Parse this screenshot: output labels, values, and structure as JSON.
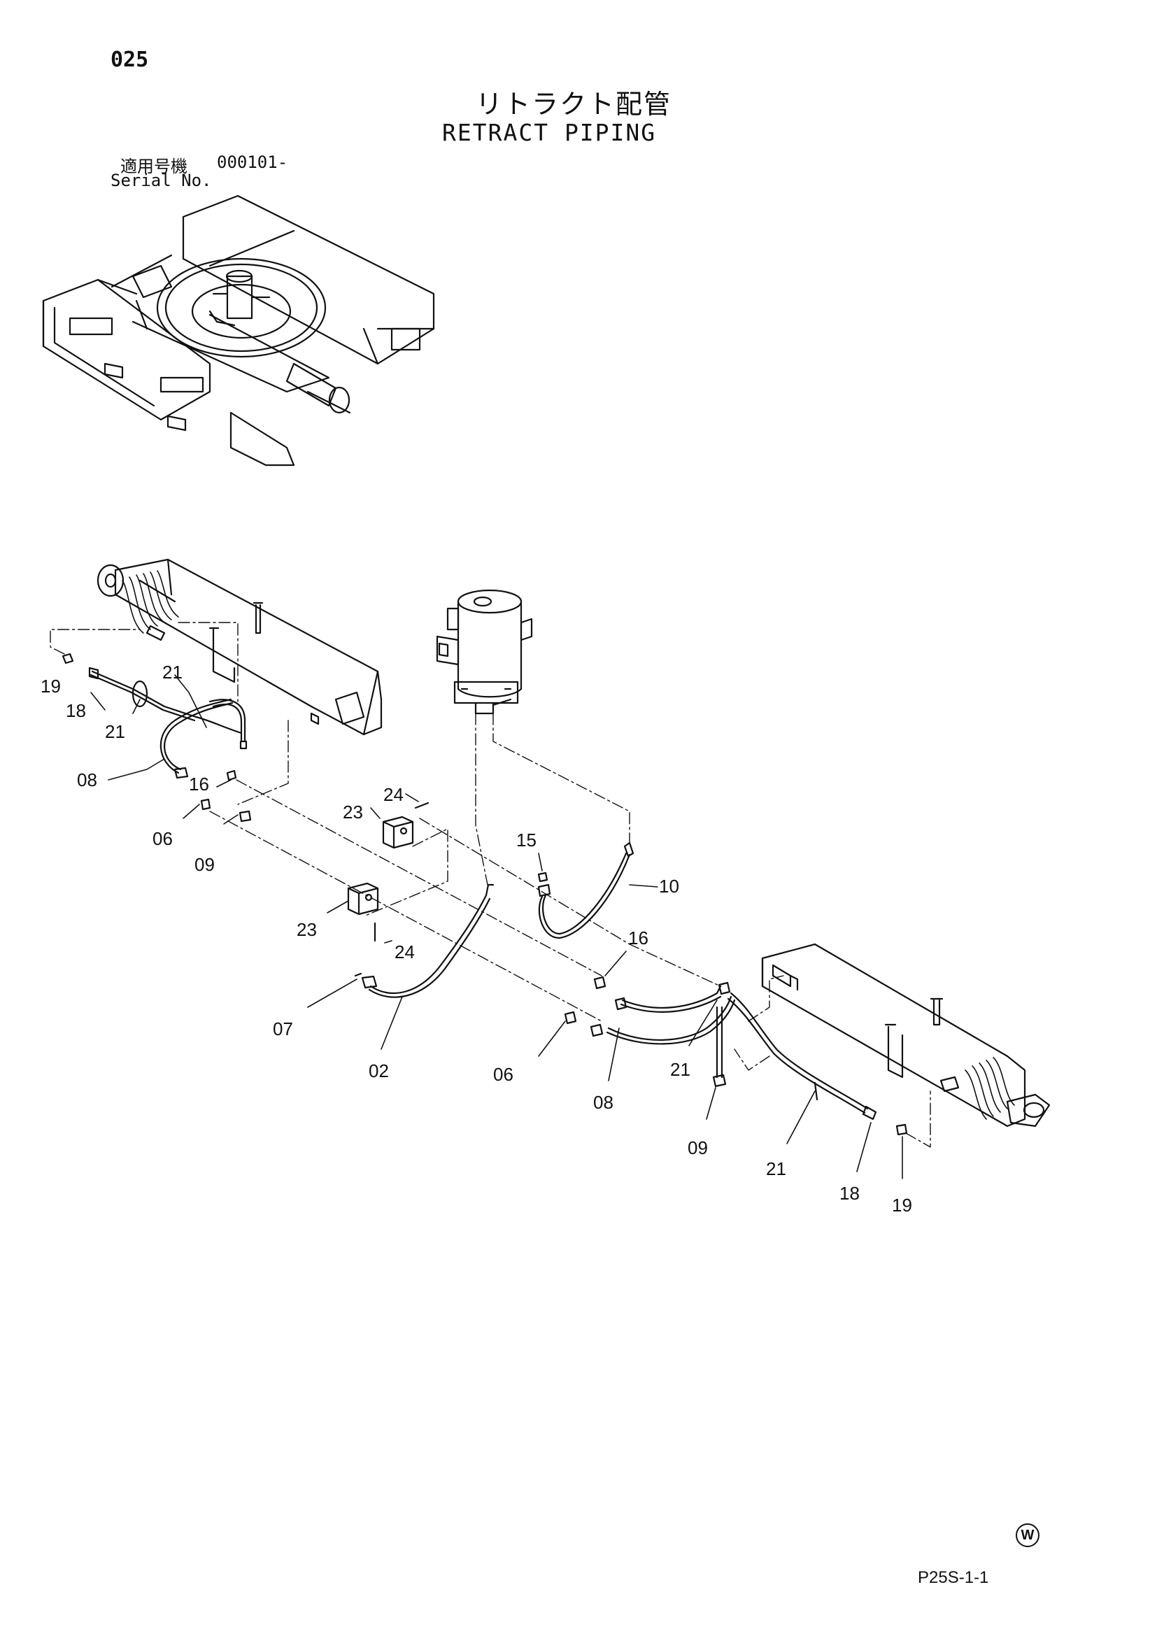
{
  "header": {
    "page_number": "025",
    "title_ja": "リトラクト配管",
    "title_en": "RETRACT PIPING",
    "serial_label_ja": "適用号機",
    "serial_value": "000101-",
    "serial_label_en": "Serial No."
  },
  "callouts": [
    {
      "id": "c19a",
      "text": "19"
    },
    {
      "id": "c18a",
      "text": "18"
    },
    {
      "id": "c21a",
      "text": "21"
    },
    {
      "id": "c21b",
      "text": "21"
    },
    {
      "id": "c08a",
      "text": "08"
    },
    {
      "id": "c16a",
      "text": "16"
    },
    {
      "id": "c06a",
      "text": "06"
    },
    {
      "id": "c09a",
      "text": "09"
    },
    {
      "id": "c23a",
      "text": "23"
    },
    {
      "id": "c24a",
      "text": "24"
    },
    {
      "id": "c15",
      "text": "15"
    },
    {
      "id": "c10",
      "text": "10"
    },
    {
      "id": "c23b",
      "text": "23"
    },
    {
      "id": "c24b",
      "text": "24"
    },
    {
      "id": "c16b",
      "text": "16"
    },
    {
      "id": "c07",
      "text": "07"
    },
    {
      "id": "c02",
      "text": "02"
    },
    {
      "id": "c06b",
      "text": "06"
    },
    {
      "id": "c08b",
      "text": "08"
    },
    {
      "id": "c21c",
      "text": "21"
    },
    {
      "id": "c09b",
      "text": "09"
    },
    {
      "id": "c21d",
      "text": "21"
    },
    {
      "id": "c18b",
      "text": "18"
    },
    {
      "id": "c19b",
      "text": "19"
    }
  ],
  "footer": {
    "w_mark": "W",
    "page_code": "P25S-1-1"
  }
}
